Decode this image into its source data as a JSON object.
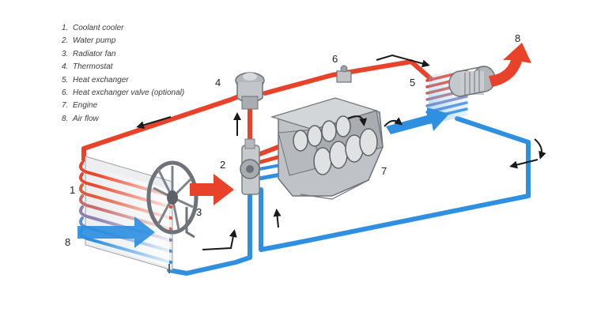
{
  "legend": [
    {
      "num": "1.",
      "label": "Coolant cooler"
    },
    {
      "num": "2.",
      "label": "Water pump"
    },
    {
      "num": "3.",
      "label": "Radiator fan"
    },
    {
      "num": "4.",
      "label": "Thermostat"
    },
    {
      "num": "5.",
      "label": "Heat exchanger"
    },
    {
      "num": "6.",
      "label": "Heat exchanger valve (optional)"
    },
    {
      "num": "7.",
      "label": "Engine"
    },
    {
      "num": "8.",
      "label": "Air flow"
    }
  ],
  "callouts": {
    "coolant_cooler": "1",
    "water_pump": "2",
    "radiator_fan": "3",
    "thermostat": "4",
    "heat_exchanger": "5",
    "heat_exchanger_valve": "6",
    "engine": "7",
    "air_flow_in": "8",
    "air_flow_out": "8"
  },
  "colors": {
    "hot_coolant": "#e8432a",
    "cold_coolant": "#2f8fe0",
    "engine_gray": "#b9bcc0",
    "arrow_black": "#1a1a1a"
  }
}
